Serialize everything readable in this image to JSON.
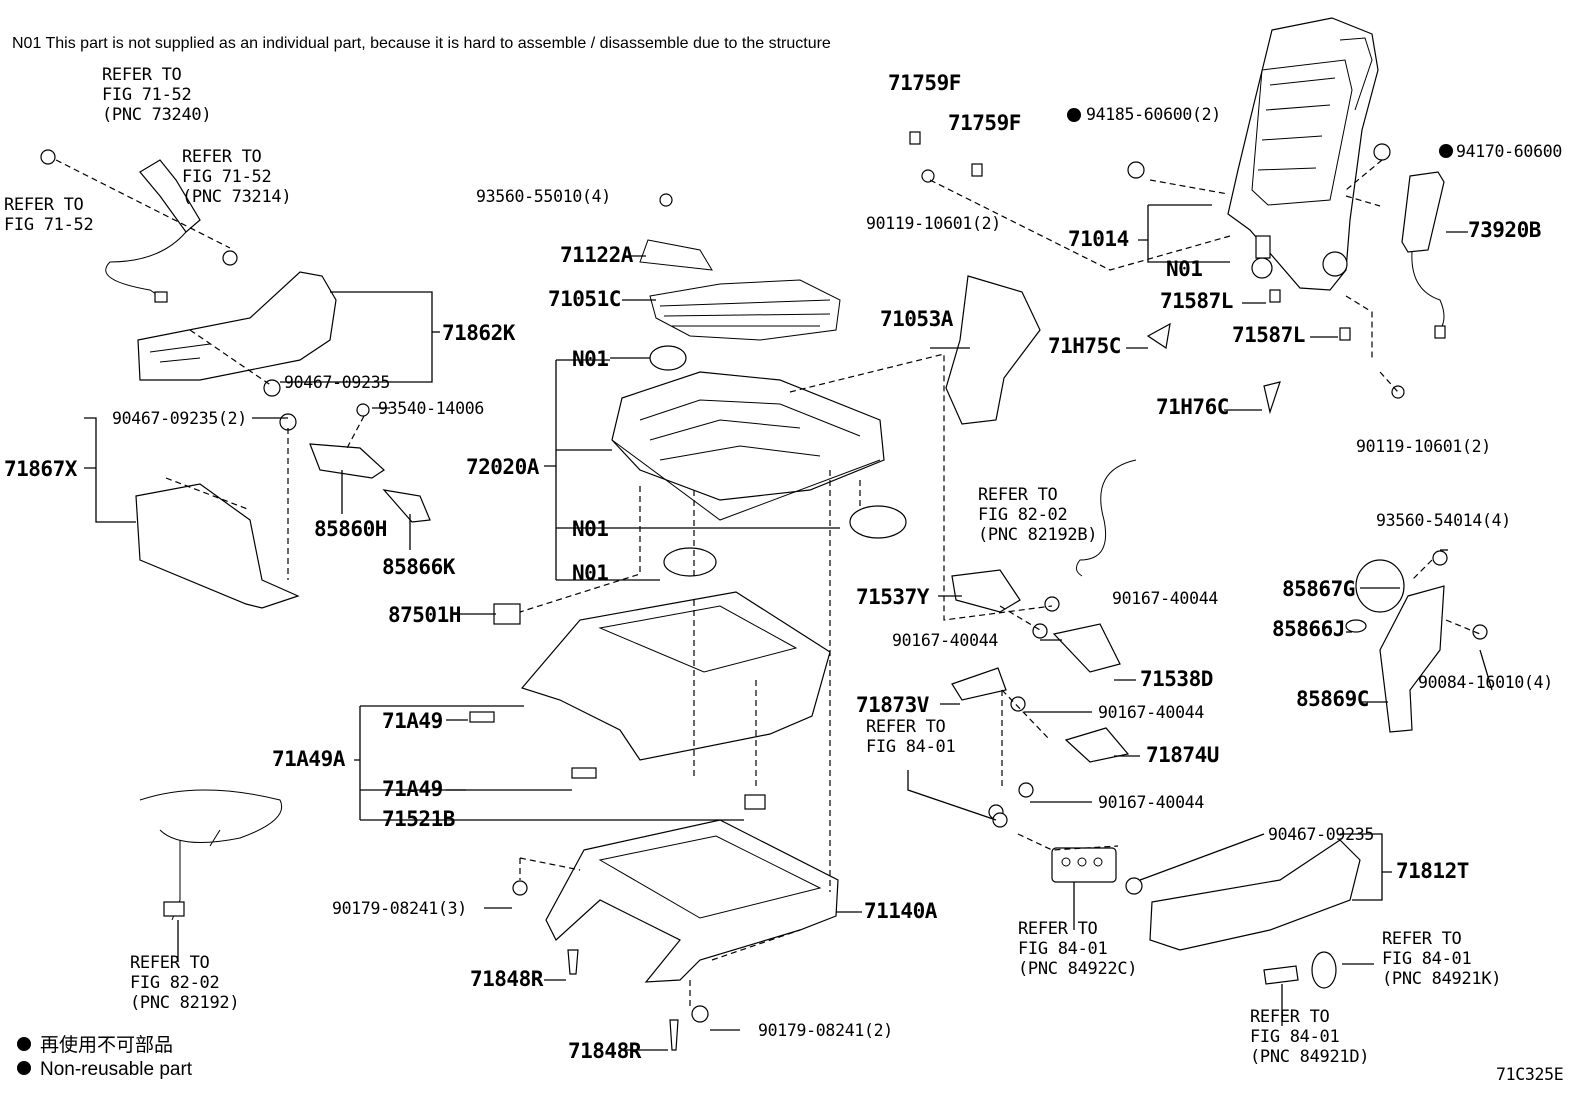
{
  "note": "N01 This part is not supplied as an individual part, because it is hard to assemble / disassemble due to the structure",
  "figure_code": "71C325E",
  "legend": {
    "cn": "再使用不可部品",
    "en": "Non-reusable part"
  },
  "refs": {
    "r1": [
      "REFER TO",
      "FIG 71-52",
      "(PNC 73240)"
    ],
    "r2": [
      "REFER TO",
      "FIG 71-52",
      "(PNC 73214)"
    ],
    "r3": [
      "REFER TO",
      "FIG 71-52"
    ],
    "r4": [
      "REFER TO",
      "FIG 82-02",
      "(PNC 82192B)"
    ],
    "r5": [
      "REFER TO",
      "FIG 84-01"
    ],
    "r6": [
      "REFER TO",
      "FIG 82-02",
      "(PNC 82192)"
    ],
    "r7": [
      "REFER TO",
      "FIG 84-01",
      "(PNC 84922C)"
    ],
    "r8": [
      "REFER TO",
      "FIG 84-01",
      "(PNC 84921K)"
    ],
    "r9": [
      "REFER TO",
      "FIG 84-01",
      "(PNC 84921D)"
    ]
  },
  "parts": {
    "p71759F_1": "71759F",
    "p71759F_2": "71759F",
    "p94185": "94185-60600(2)",
    "p94170": "94170-60600",
    "p90119_a": "90119-10601(2)",
    "p71014": "71014",
    "p73920B": "73920B",
    "pN01_a": "N01",
    "p71587L_a": "71587L",
    "p71587L_b": "71587L",
    "p93560_55010": "93560-55010(4)",
    "p71122A": "71122A",
    "p71051C": "71051C",
    "p71053A": "71053A",
    "p71H75C": "71H75C",
    "p71H76C": "71H76C",
    "p90119_b": "90119-10601(2)",
    "p71862K": "71862K",
    "p90467_a": "90467-09235",
    "pN01_b": "N01",
    "p90467_b": "90467-09235(2)",
    "p93540": "93540-14006",
    "p71867X": "71867X",
    "p72020A": "72020A",
    "p85860H": "85860H",
    "p85866K": "85866K",
    "pN01_c": "N01",
    "pN01_d": "N01",
    "p87501H": "87501H",
    "p71537Y": "71537Y",
    "p90167_a": "90167-40044",
    "p90167_b": "90167-40044",
    "p71538D": "71538D",
    "p93560_54014": "93560-54014(4)",
    "p85867G": "85867G",
    "p85866J": "85866J",
    "p90084": "90084-16010(4)",
    "p85869C": "85869C",
    "p71873V": "71873V",
    "p90167_c": "90167-40044",
    "p71874U": "71874U",
    "p90167_d": "90167-40044",
    "p71A49A": "71A49A",
    "p71A49_1": "71A49",
    "p71A49_2": "71A49",
    "p71521B": "71521B",
    "p90467_c": "90467-09235",
    "p71812T": "71812T",
    "p90179_a": "90179-08241(3)",
    "p71140A": "71140A",
    "p71848R_a": "71848R",
    "p90179_b": "90179-08241(2)",
    "p71848R_b": "71848R"
  }
}
